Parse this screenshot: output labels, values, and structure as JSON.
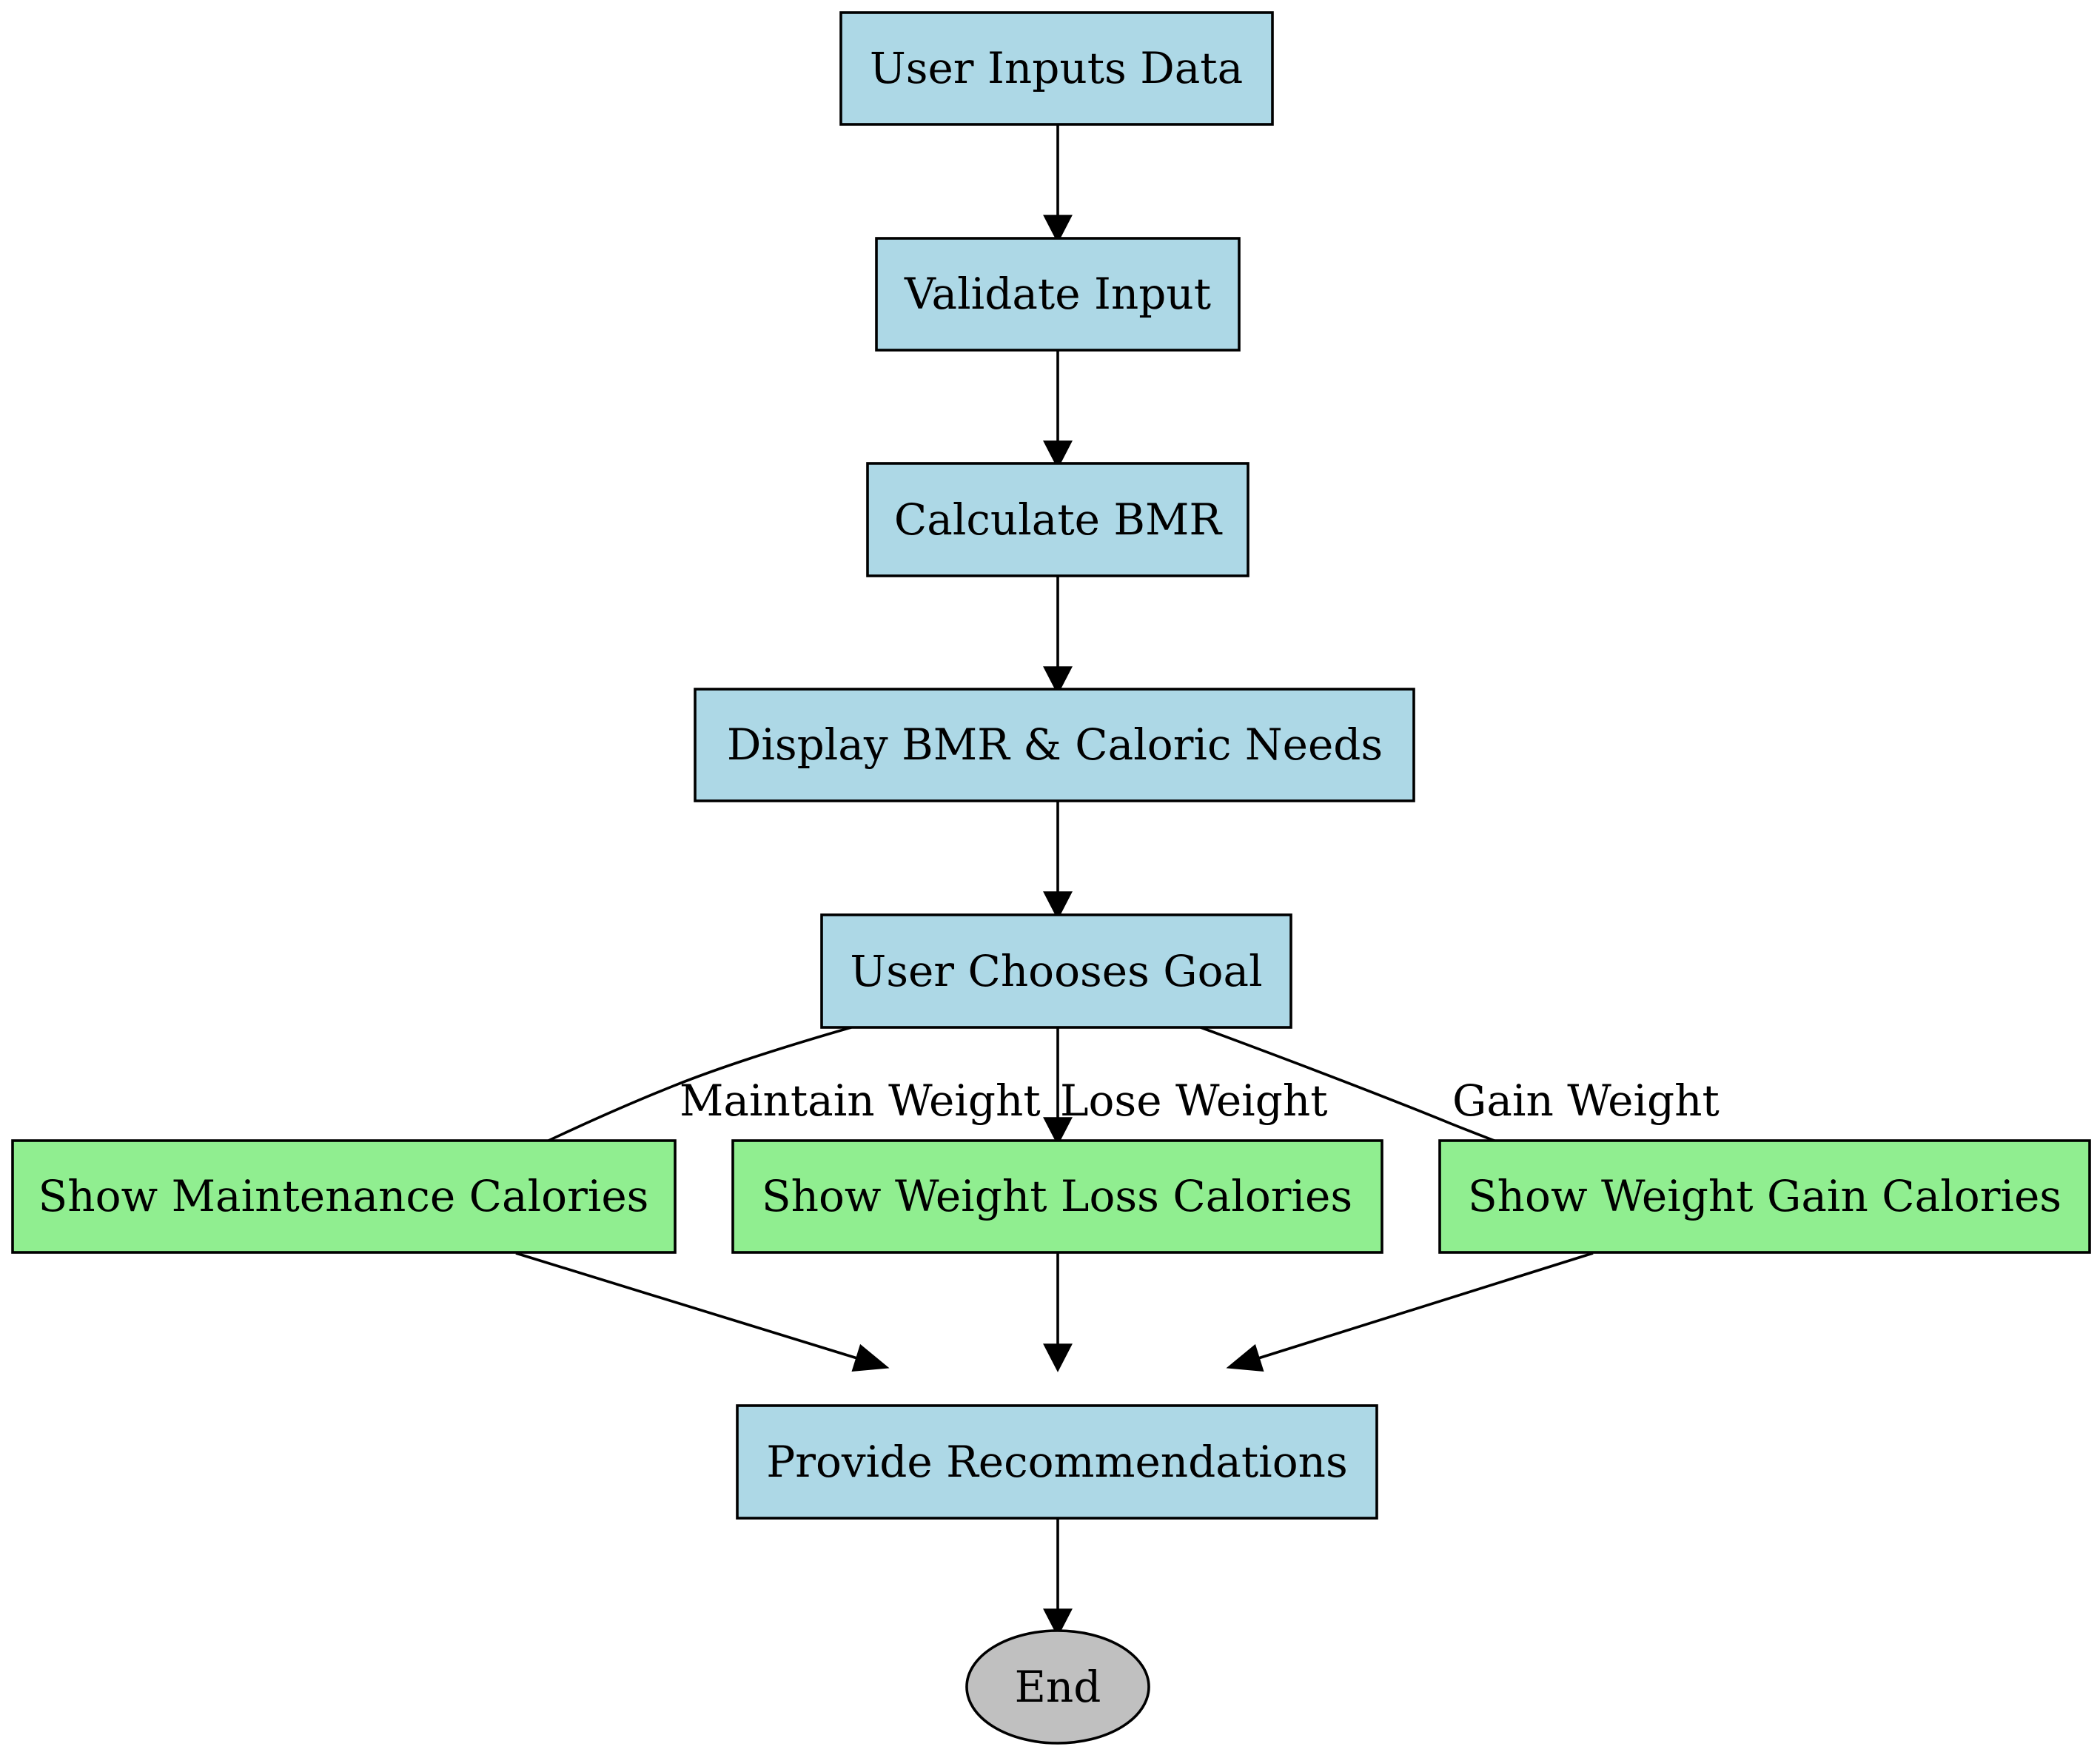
{
  "colors": {
    "process": "#add8e6",
    "calories": "#90ee90",
    "terminal": "#c0c0c0",
    "stroke": "#000000"
  },
  "nodes": {
    "user_inputs": {
      "label": "User Inputs Data",
      "fill": "process"
    },
    "validate": {
      "label": "Validate Input",
      "fill": "process"
    },
    "calc_bmr": {
      "label": "Calculate BMR",
      "fill": "process"
    },
    "display": {
      "label": "Display BMR & Caloric Needs",
      "fill": "process"
    },
    "choose_goal": {
      "label": "User Chooses Goal",
      "fill": "process"
    },
    "maintenance": {
      "label": "Show Maintenance Calories",
      "fill": "calories"
    },
    "loss": {
      "label": "Show Weight Loss Calories",
      "fill": "calories"
    },
    "gain": {
      "label": "Show Weight Gain Calories",
      "fill": "calories"
    },
    "recommend": {
      "label": "Provide Recommendations",
      "fill": "process"
    },
    "end": {
      "label": "End",
      "fill": "terminal"
    }
  },
  "edges": [
    {
      "from": "user_inputs",
      "to": "validate",
      "label": ""
    },
    {
      "from": "validate",
      "to": "calc_bmr",
      "label": ""
    },
    {
      "from": "calc_bmr",
      "to": "display",
      "label": ""
    },
    {
      "from": "display",
      "to": "choose_goal",
      "label": ""
    },
    {
      "from": "choose_goal",
      "to": "maintenance",
      "label": "Maintain Weight"
    },
    {
      "from": "choose_goal",
      "to": "loss",
      "label": "Lose Weight"
    },
    {
      "from": "choose_goal",
      "to": "gain",
      "label": "Gain Weight"
    },
    {
      "from": "maintenance",
      "to": "recommend",
      "label": ""
    },
    {
      "from": "loss",
      "to": "recommend",
      "label": ""
    },
    {
      "from": "gain",
      "to": "recommend",
      "label": ""
    },
    {
      "from": "recommend",
      "to": "end",
      "label": ""
    }
  ]
}
